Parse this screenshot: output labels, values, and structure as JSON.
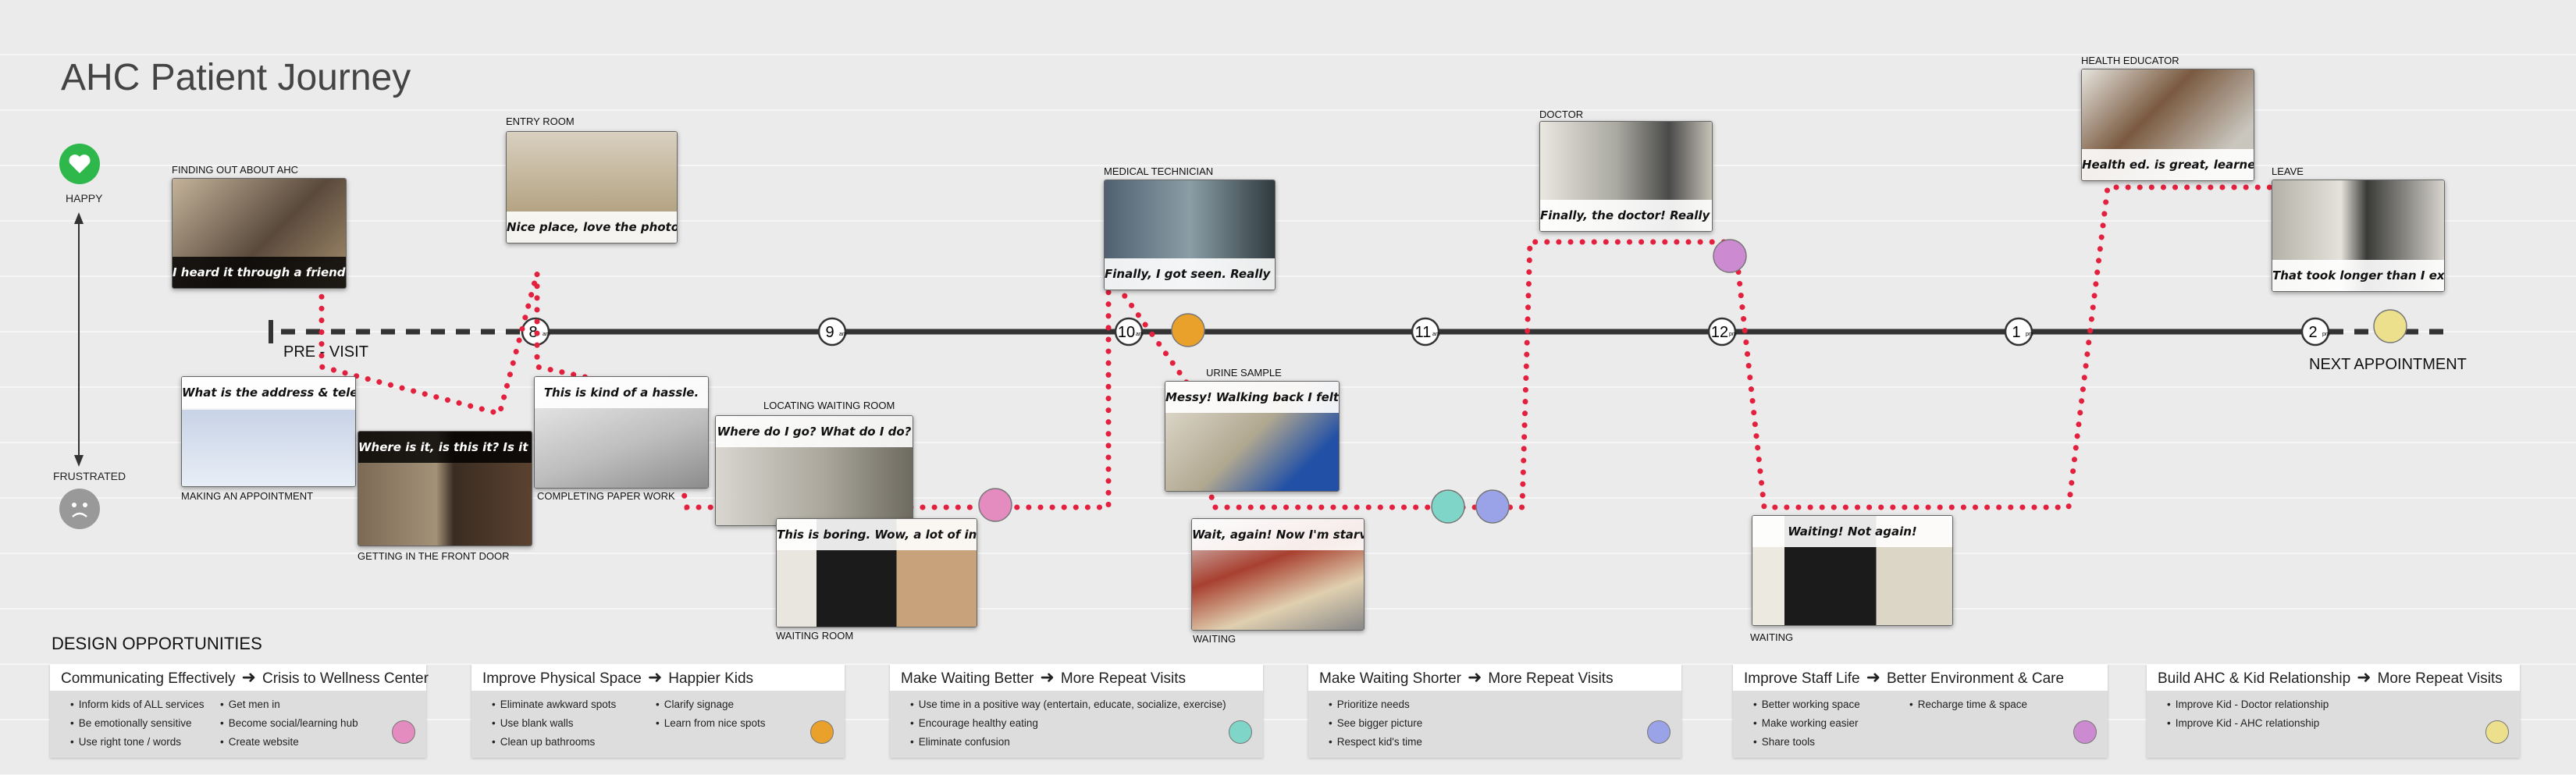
{
  "title": "AHC Patient Journey",
  "mood_axis": {
    "top_label": "HAPPY",
    "bottom_label": "FRUSTRATED",
    "top_icon": "heart-icon",
    "bottom_icon": "sad-face-icon"
  },
  "timeline": {
    "start_label": "PRE - VISIT",
    "end_label": "NEXT APPOINTMENT",
    "hours": [
      "8",
      "9",
      "10",
      "11",
      "12",
      "1",
      "2"
    ],
    "am_pm": [
      "am",
      "am",
      "am",
      "am",
      "pm",
      "pm",
      "pm"
    ]
  },
  "scenes": [
    {
      "label": "FINDING OUT ABOUT AHC",
      "caption": "I heard it through a friend."
    },
    {
      "label": "MAKING AN APPOINTMENT",
      "caption": "What is the address & telephone?"
    },
    {
      "label": "GETTING IN THE FRONT DOOR",
      "caption": "Where is it, is this it? Is it open?"
    },
    {
      "label": "ENTRY ROOM",
      "caption": "Nice place, love the photos!"
    },
    {
      "label": "COMPLETING PAPER WORK",
      "caption": "This is kind of a hassle."
    },
    {
      "label": "LOCATING WAITING ROOM",
      "caption": "Where do I go? What do I do?"
    },
    {
      "label": "WAITING ROOM",
      "caption": "This is boring. Wow, a lot of infected kids."
    },
    {
      "label": "MEDICAL TECHNICIAN",
      "caption": "Finally, I got seen. Really embarrassing."
    },
    {
      "label": "URINE SAMPLE",
      "caption": "Messy! Walking back I felt on display."
    },
    {
      "label": "WAITING",
      "caption": "Wait, again! Now I'm starving."
    },
    {
      "label": "DOCTOR",
      "caption": "Finally, the doctor! Really caring!"
    },
    {
      "label": "WAITING",
      "caption": "Waiting! Not again!"
    },
    {
      "label": "HEALTH EDUCATOR",
      "caption": "Health ed. is great, learned a ton!"
    },
    {
      "label": "LEAVE",
      "caption": "That took longer than I expected."
    }
  ],
  "colors": {
    "path": "#e3203d",
    "pink": "#e48cc0",
    "orange": "#e9a12b",
    "teal": "#7fd6c8",
    "blue": "#9aa2e8",
    "violet": "#cc8ad0",
    "yellow": "#ede08c",
    "happy": "#2eb84b",
    "sad": "#999999"
  },
  "design_opportunities": {
    "title": "DESIGN OPPORTUNITIES",
    "items": [
      {
        "from": "Communicating Effectively",
        "to": "Crisis to Wellness Center",
        "col1": [
          "Inform kids of ALL services",
          "Be emotionally sensitive",
          "Use right tone / words"
        ],
        "col2": [
          "Get men in",
          "Become social/learning hub",
          "Create website"
        ],
        "color": "#e48cc0"
      },
      {
        "from": "Improve Physical Space",
        "to": "Happier Kids",
        "col1": [
          "Eliminate awkward spots",
          "Use blank walls",
          "Clean up bathrooms"
        ],
        "col2": [
          "Clarify signage",
          "Learn from nice spots"
        ],
        "color": "#e9a12b"
      },
      {
        "from": "Make Waiting Better",
        "to": "More Repeat Visits",
        "col1": [
          "Use time in a positive way (entertain, educate, socialize, exercise)",
          "Encourage healthy eating",
          "Eliminate confusion"
        ],
        "col2": [],
        "color": "#7fd6c8"
      },
      {
        "from": "Make Waiting Shorter",
        "to": "More Repeat Visits",
        "col1": [
          "Prioritize needs",
          "See bigger picture",
          "Respect kid's time"
        ],
        "col2": [],
        "color": "#9aa2e8"
      },
      {
        "from": "Improve Staff Life",
        "to": "Better Environment & Care",
        "col1": [
          "Better working space",
          "Make working easier",
          "Share tools"
        ],
        "col2": [
          "Recharge time & space"
        ],
        "color": "#cc8ad0"
      },
      {
        "from": "Build AHC & Kid Relationship",
        "to": "More Repeat Visits",
        "col1": [
          "Improve Kid - Doctor relationship",
          "Improve Kid - AHC relationship"
        ],
        "col2": [],
        "color": "#ede08c"
      }
    ]
  }
}
